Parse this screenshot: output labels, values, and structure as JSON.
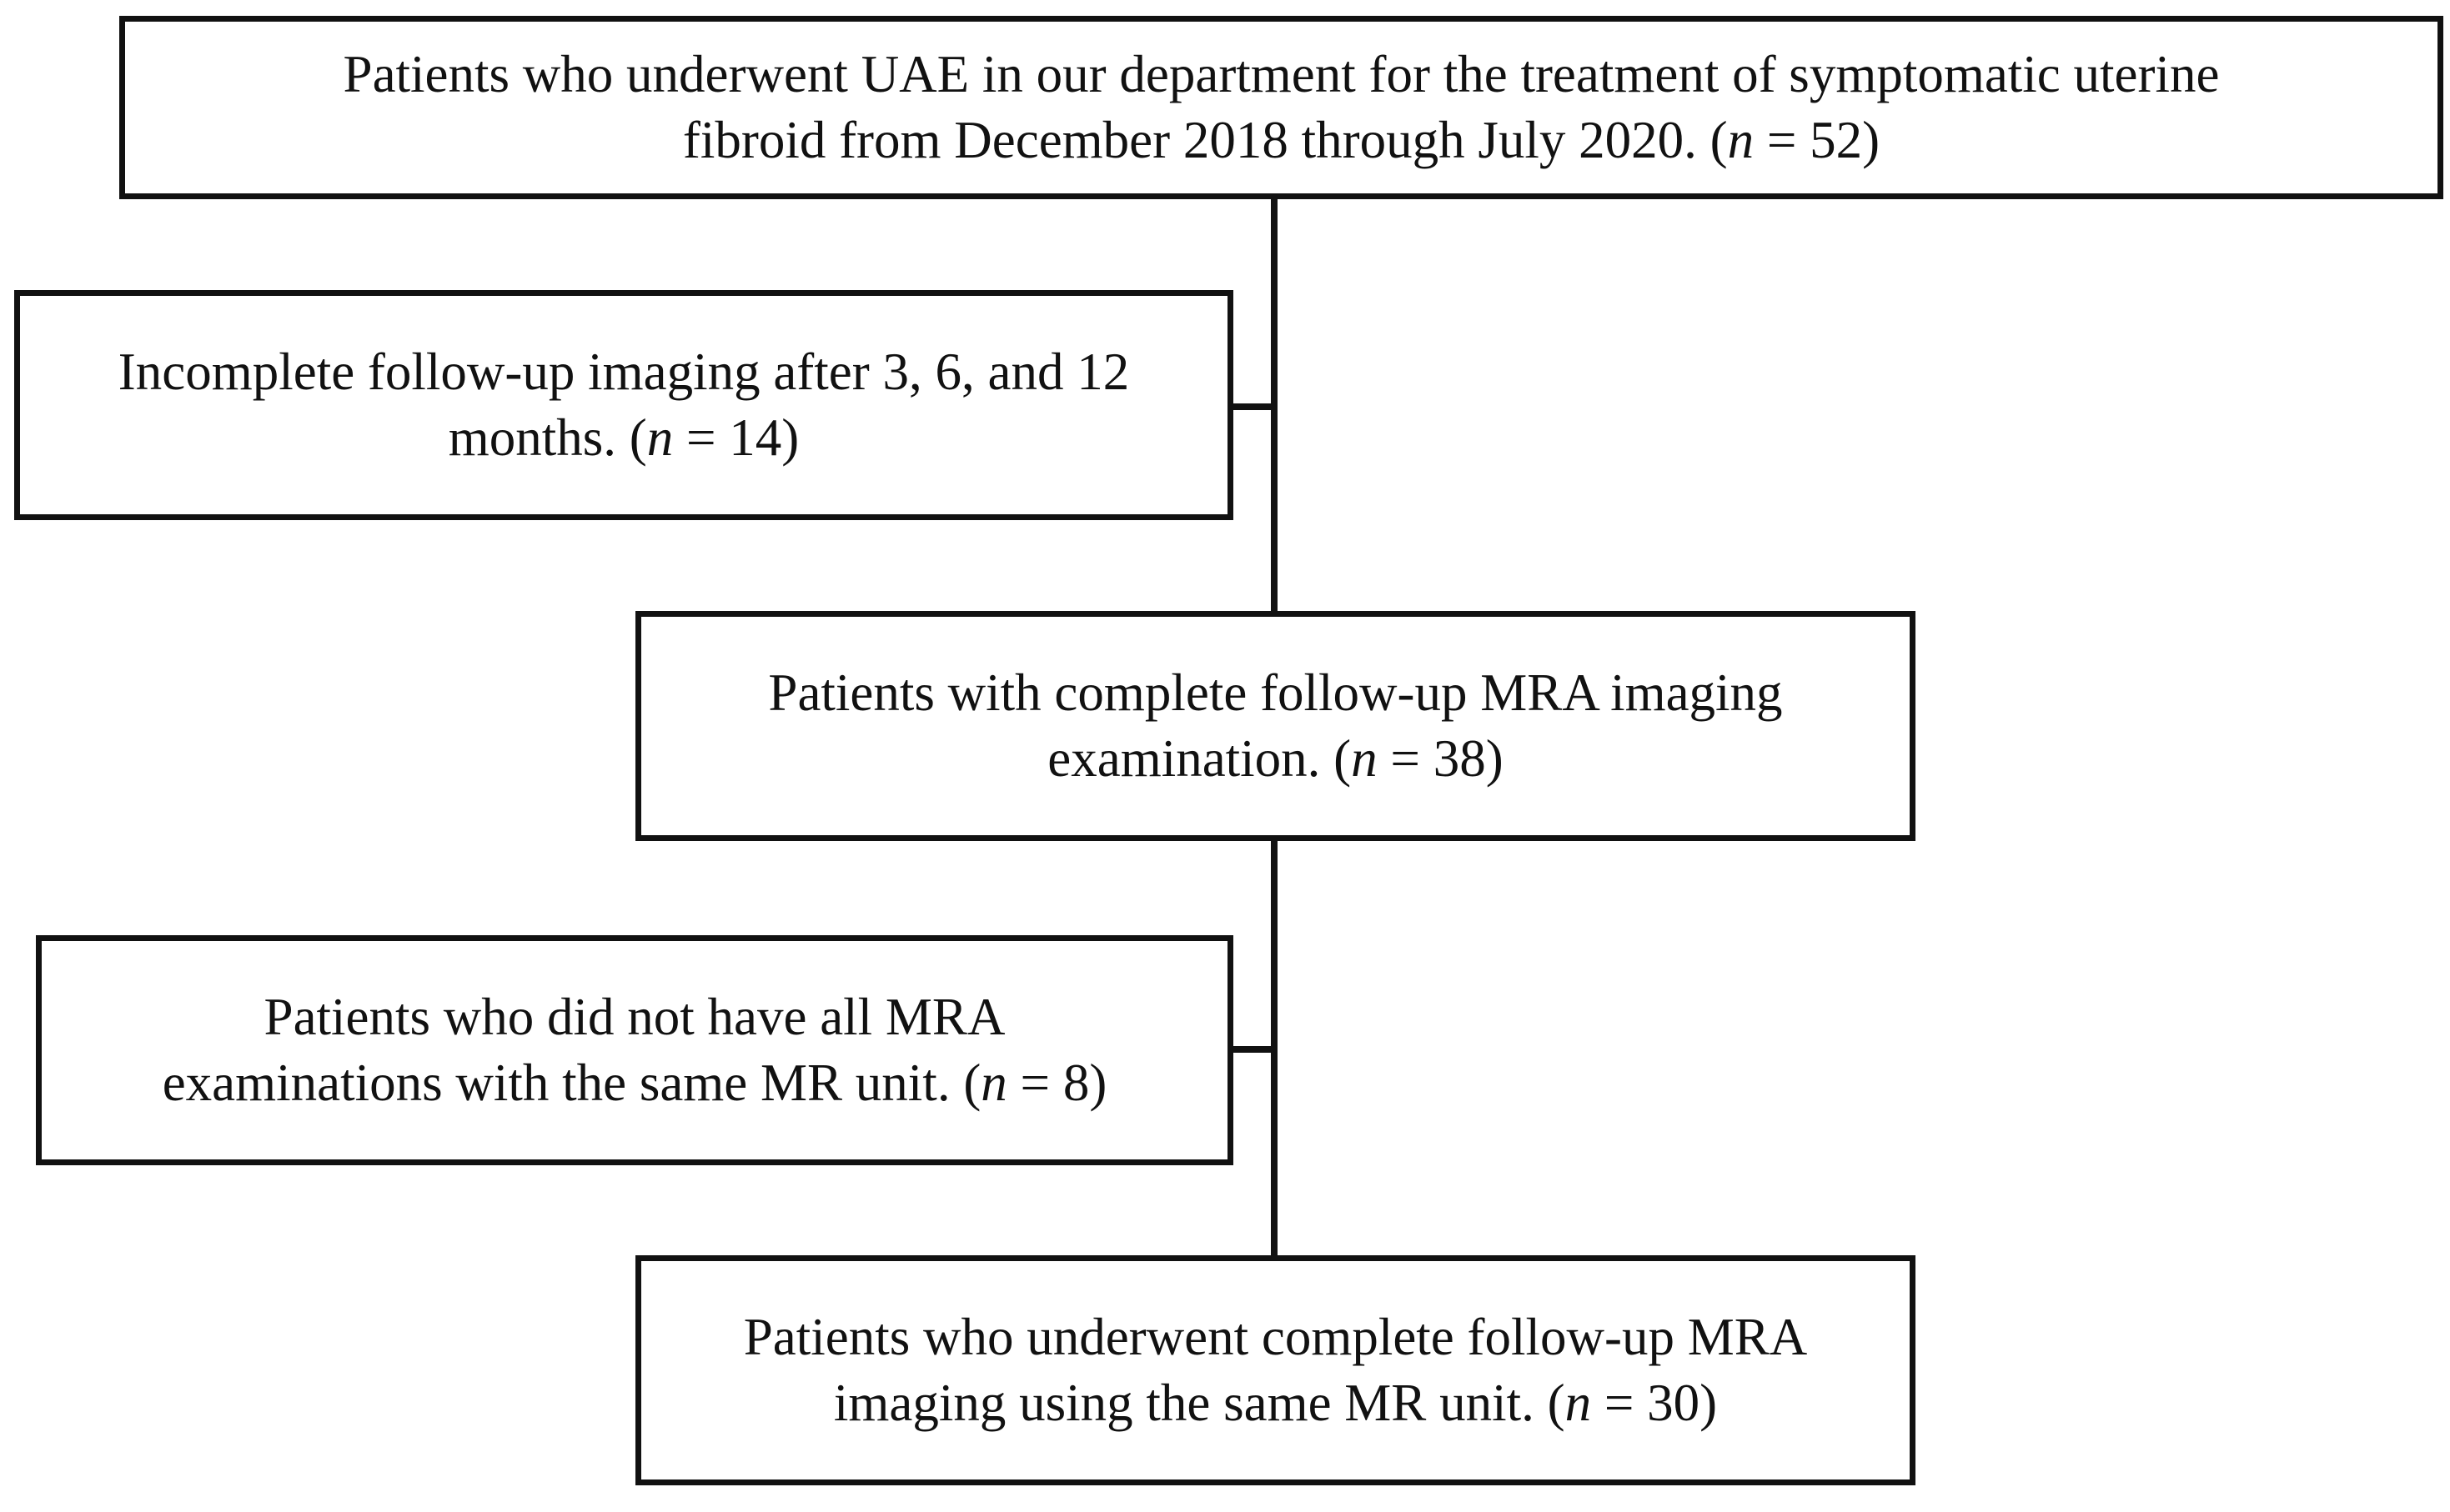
{
  "boxes": {
    "total": {
      "line1": "Patients who underwent UAE in our department for the treatment of symptomatic uterine",
      "line2_prefix": "fibroid from December 2018 through July 2020. (",
      "n_symbol": "n",
      "n_value": " = 52)"
    },
    "excluded_followup": {
      "line1": "Incomplete follow-up imaging after 3, 6, and 12",
      "line2_prefix": "months. (",
      "n_symbol": "n",
      "n_value": " = 14)"
    },
    "complete_followup": {
      "line1": "Patients with complete follow-up MRA imaging",
      "line2_prefix": "examination. (",
      "n_symbol": "n",
      "n_value": " = 38)"
    },
    "excluded_unit": {
      "line1": "Patients who did not have all MRA",
      "line2_prefix": "examinations with the same MR unit. (",
      "n_symbol": "n",
      "n_value": " = 8)"
    },
    "final": {
      "line1": "Patients who underwent complete follow-up MRA",
      "line2_prefix": "imaging using the same MR unit. (",
      "n_symbol": "n",
      "n_value": " = 30)"
    }
  }
}
